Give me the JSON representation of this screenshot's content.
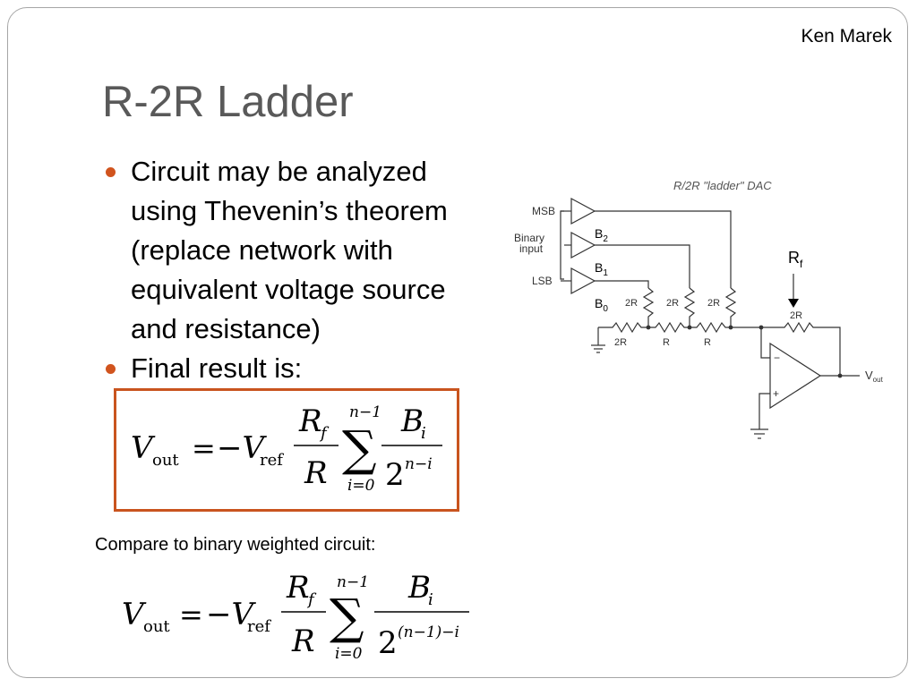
{
  "author": "Ken Marek",
  "title": "R-2R Ladder",
  "bullets": [
    "Circuit may be analyzed using Thevenin’s theorem (replace network with equivalent voltage source and resistance)",
    "Final result is:"
  ],
  "compare_text": "Compare to binary weighted circuit:",
  "formula1": {
    "V": "V",
    "out": "out",
    "eq": "=",
    "minus_V": "−V",
    "ref": "ref",
    "R": "R",
    "f": "f",
    "sum_top": "n−1",
    "sigma": "∑",
    "sum_bottom": "i=0",
    "B": "B",
    "i": "i",
    "two": "2",
    "exp": "n−i"
  },
  "formula2": {
    "V": "V",
    "out": "out",
    "eq": "=",
    "minus_V": "−V",
    "ref": "ref",
    "R": "R",
    "f": "f",
    "sum_top": "n−1",
    "sigma": "∑",
    "sum_bottom": "i=0",
    "B": "B",
    "i": "i",
    "two": "2",
    "exp": "(n−1)−i"
  },
  "diagram": {
    "title": "R/2R \"ladder\" DAC",
    "msb": "MSB",
    "lsb": "LSB",
    "binary": "Binary",
    "input": "input",
    "b2": "B",
    "b2_sub": "2",
    "b1": "B",
    "b1_sub": "1",
    "b0": "B",
    "b0_sub": "0",
    "rf": "R",
    "rf_sub": "f",
    "r2": "2R",
    "r": "R",
    "vout": "V",
    "vout_sub": "out",
    "minus": "−",
    "plus": "+"
  }
}
